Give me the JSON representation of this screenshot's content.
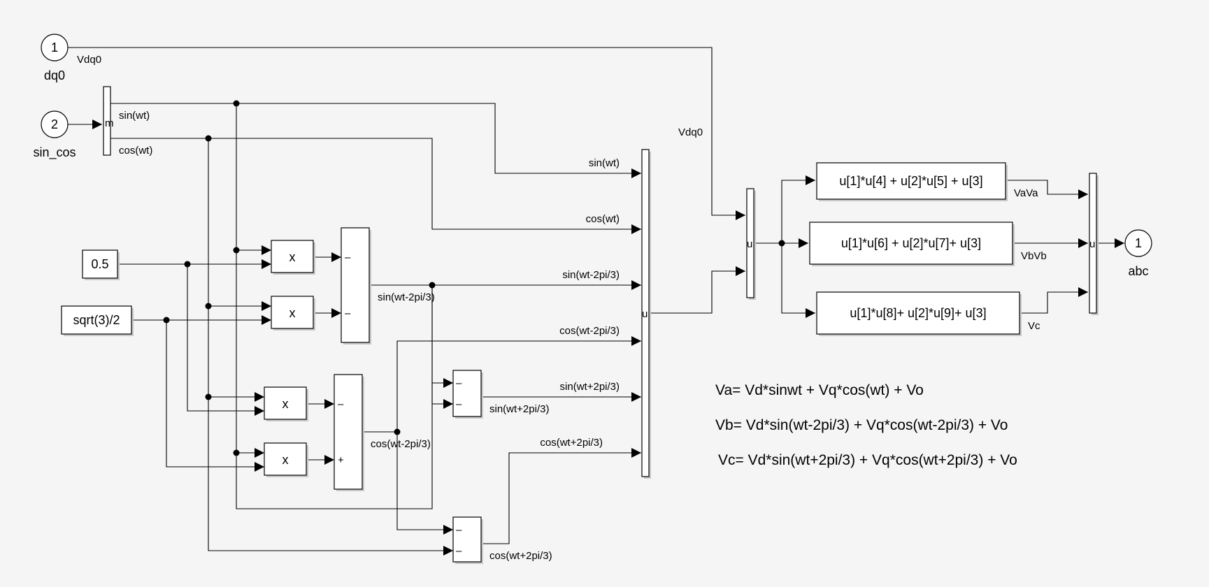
{
  "ports": {
    "in1_num": "1",
    "in1_name": "dq0",
    "in1_signal": "Vdq0",
    "in2_num": "2",
    "in2_name": "sin_cos",
    "out1_num": "1",
    "out1_name": "abc"
  },
  "demux_outputs": {
    "sin": "sin(wt)",
    "cos": "cos(wt)"
  },
  "constants": {
    "half": "0.5",
    "root3": "sqrt(3)/2"
  },
  "product_symbol": "x",
  "sign_minus": "–",
  "sign_plus": "+",
  "mux_port_glyph": "u",
  "demux_port_glyph": "m",
  "mux_inputs": [
    "sin(wt)",
    "cos(wt)",
    "sin(wt-2pi/3)",
    "cos(wt-2pi/3)",
    "sin(wt+2pi/3)",
    "cos(wt+2pi/3)"
  ],
  "sum_outputs": {
    "sin_minus": "sin(wt-2pi/3)",
    "cos_minus": "cos(wt-2pi/3)",
    "sin_plus": "sin(wt+2pi/3)",
    "cos_plus": "cos(wt+2pi/3)"
  },
  "vdq0_label": "Vdq0",
  "fcn_exprs": [
    "u[1]*u[4] +  u[2]*u[5] + u[3]",
    "u[1]*u[6] +  u[2]*u[7]+ u[3]",
    "u[1]*u[8]+  u[2]*u[9]+ u[3]"
  ],
  "fcn_outputs": [
    "VaVa",
    "VbVb",
    "Vc"
  ],
  "equations": [
    "Va=  Vd*sinwt   + Vq*cos(wt)  + Vo",
    "Vb=  Vd*sin(wt-2pi/3)   + Vq*cos(wt-2pi/3)  + Vo",
    "Vc=  Vd*sin(wt+2pi/3)   + Vq*cos(wt+2pi/3)  + Vo"
  ]
}
